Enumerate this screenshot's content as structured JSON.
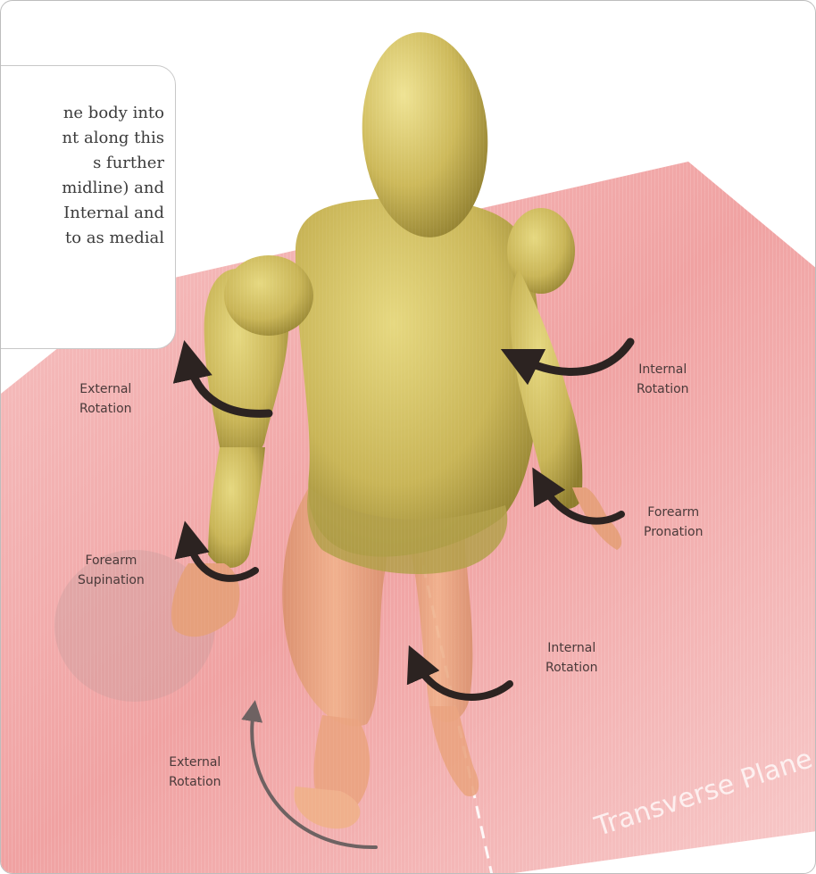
{
  "callout": {
    "lines": [
      "ne body into",
      "nt along this",
      "s further",
      " midline) and",
      " Internal and",
      " to as medial"
    ]
  },
  "plane": {
    "label": "Transverse Plane",
    "color": "#f2a9a9"
  },
  "figure": {
    "color": "#c9b557"
  },
  "labels": {
    "shoulder_external": [
      "External",
      "Rotation"
    ],
    "shoulder_internal": [
      "Internal",
      "Rotation"
    ],
    "forearm_supination": [
      "Forearm",
      "Supination"
    ],
    "forearm_pronation": [
      "Forearm",
      "Pronation"
    ],
    "hip_internal": [
      "Internal",
      "Rotation"
    ],
    "hip_external": [
      "External",
      "Rotation"
    ]
  }
}
